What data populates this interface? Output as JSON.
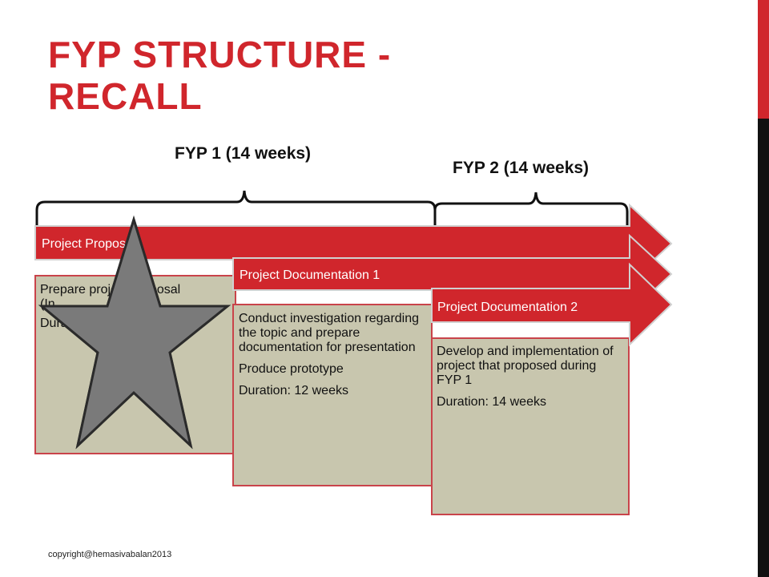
{
  "slide": {
    "title_line1": "FYP STRUCTURE -",
    "title_line2": "RECALL",
    "footer": "copyright@hemasivabalan2013"
  },
  "brackets": {
    "fyp1": "FYP 1 (14 weeks)",
    "fyp2": "FYP 2 (14 weeks)"
  },
  "phases": [
    {
      "title": "Project Proposal",
      "lines": [
        "Prepare project proposal",
        "(In",
        "Durati"
      ]
    },
    {
      "title": "Project Documentation 1",
      "lines": [
        "Conduct investigation regarding the topic and prepare documentation for presentation",
        "Produce prototype",
        "Duration: 12 weeks"
      ]
    },
    {
      "title": "Project Documentation 2",
      "lines": [
        "Develop and implementation of project that proposed during FYP 1",
        "Duration: 14 weeks"
      ]
    }
  ],
  "colors": {
    "accent": "#d0262c",
    "body_fill": "#c8c6ae",
    "star_fill": "#7a7a7a"
  },
  "icons": {
    "star": "star-icon"
  }
}
